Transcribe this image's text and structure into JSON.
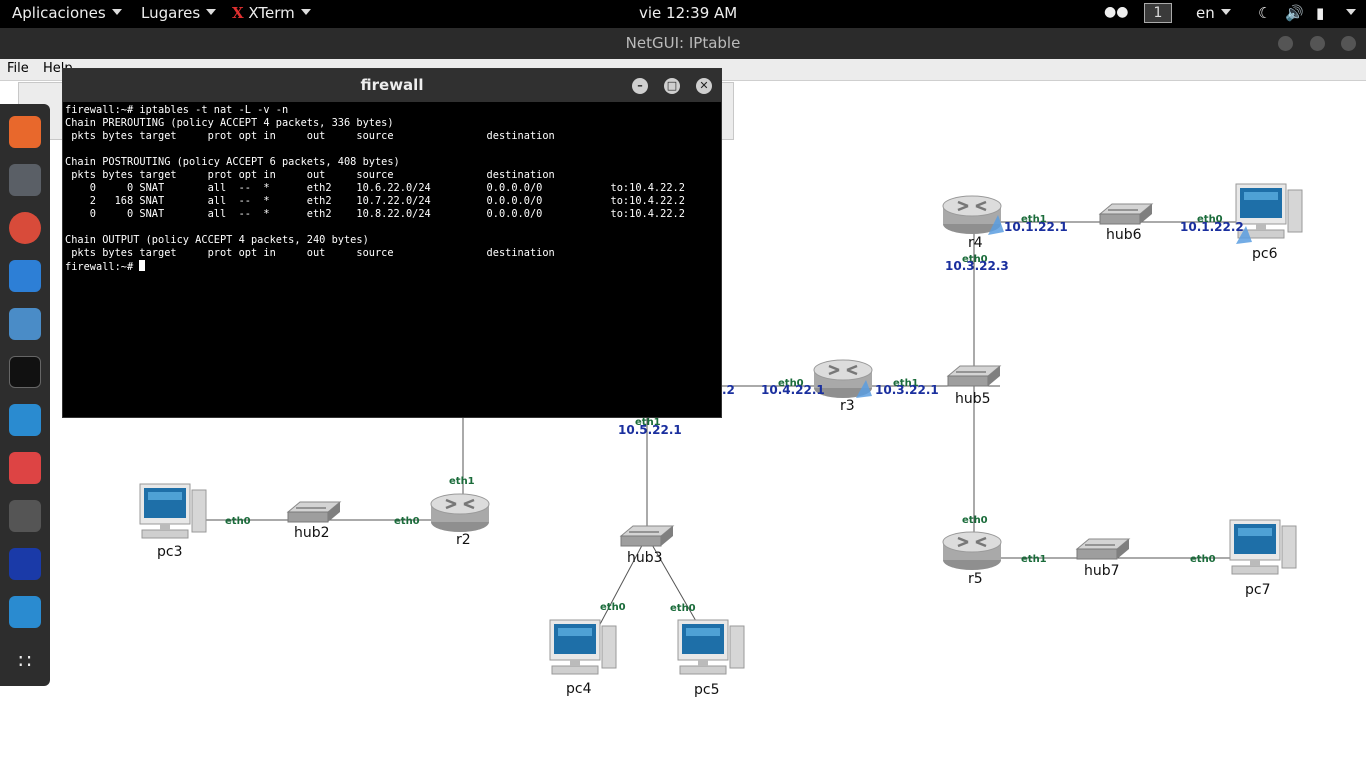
{
  "topbar": {
    "applications": "Aplicaciones",
    "places": "Lugares",
    "app": "XTerm",
    "clock": "vie 12:39 AM",
    "workspace": "1",
    "language": "en"
  },
  "netgui": {
    "title": "NetGUI: IPtable",
    "menu": [
      "File",
      "Help"
    ]
  },
  "xterm": {
    "title": "firewall",
    "lines": [
      "firewall:~# iptables -t nat -L -v -n",
      "Chain PREROUTING (policy ACCEPT 4 packets, 336 bytes)",
      " pkts bytes target     prot opt in     out     source               destination",
      "",
      "Chain POSTROUTING (policy ACCEPT 6 packets, 408 bytes)",
      " pkts bytes target     prot opt in     out     source               destination",
      "    0     0 SNAT       all  --  *      eth2    10.6.22.0/24         0.0.0.0/0           to:10.4.22.2",
      "    2   168 SNAT       all  --  *      eth2    10.7.22.0/24         0.0.0.0/0           to:10.4.22.2",
      "    0     0 SNAT       all  --  *      eth2    10.8.22.0/24         0.0.0.0/0           to:10.4.22.2",
      "",
      "Chain OUTPUT (policy ACCEPT 4 packets, 240 bytes)",
      " pkts bytes target     prot opt in     out     source               destination"
    ],
    "prompt": "firewall:~# "
  },
  "network": {
    "nodes": {
      "r2": "r2",
      "r3": "r3",
      "r4": "r4",
      "r5": "r5",
      "hub2": "hub2",
      "hub3": "hub3",
      "hub5": "hub5",
      "hub6": "hub6",
      "hub7": "hub7",
      "pc3": "pc3",
      "pc4": "pc4",
      "pc5": "pc5",
      "pc6": "pc6",
      "pc7": "pc7"
    },
    "ifaces": {
      "pc3_eth0": "eth0",
      "r2_eth0": "eth0",
      "r2_eth1": "eth1",
      "hub3_eth1": "eth1",
      "pc4_eth0": "eth0",
      "pc5_eth0": "eth0",
      "r3_eth0": "eth0",
      "r3_eth1": "eth1",
      "r4_eth0": "eth0",
      "r4_eth1": "eth1",
      "pc6_eth0": "eth0",
      "r5_eth0": "eth0",
      "r5_eth1": "eth1",
      "pc7_eth0": "eth0"
    },
    "ips": {
      "fw_tail": ".2",
      "r3_eth0": "10.4.22.1",
      "r3_eth1": "10.3.22.1",
      "hub3_eth1": "10.5.22.1",
      "r4_eth0": "10.3.22.3",
      "r4_eth1": "10.1.22.1",
      "pc6_eth0": "10.1.22.2"
    }
  }
}
